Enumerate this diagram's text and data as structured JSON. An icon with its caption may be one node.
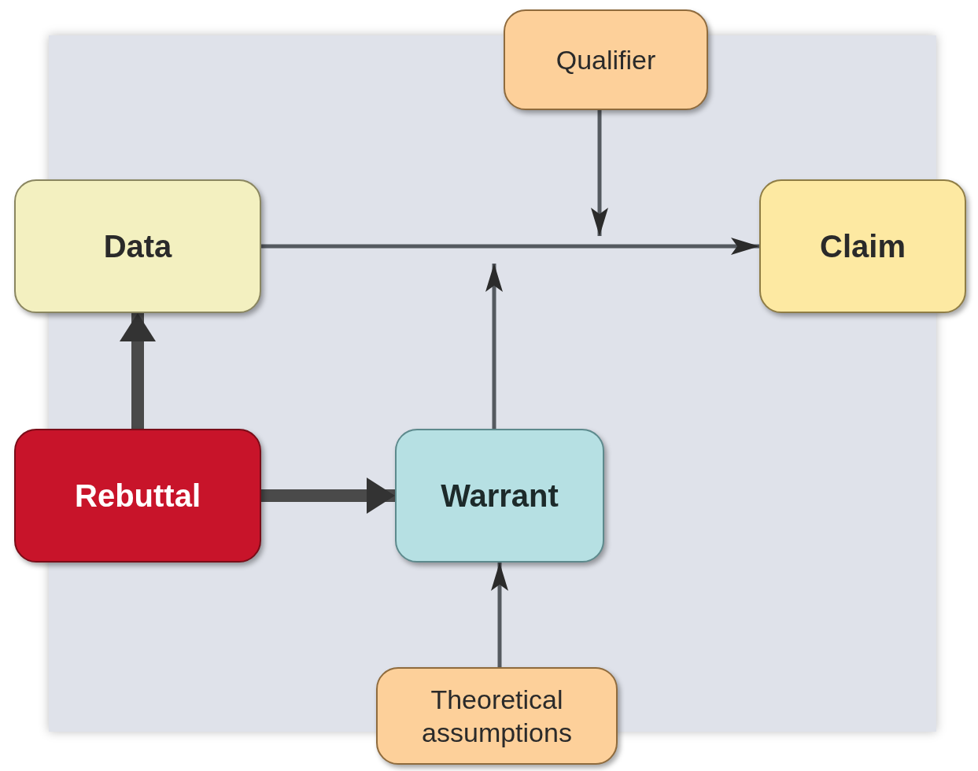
{
  "diagram": {
    "nodes": [
      {
        "text": [
          "Qualifier"
        ]
      },
      {
        "text": [
          "Data"
        ]
      },
      {
        "text": [
          "Claim"
        ]
      },
      {
        "text": [
          "Rebuttal"
        ]
      },
      {
        "text": [
          "Warrant"
        ]
      },
      {
        "text": [
          "Theoretical assumptions"
        ]
      }
    ],
    "edges": [
      {
        "from": 1,
        "to": 2,
        "arrow": "to"
      },
      {
        "from": 0,
        "to": null,
        "arrow": "to"
      },
      {
        "from": 4,
        "to": null,
        "arrow": "to"
      },
      {
        "from": 3,
        "to": 1,
        "arrow": "to",
        "style": "thick"
      },
      {
        "from": 3,
        "to": 4,
        "arrow": "to",
        "style": "thick"
      },
      {
        "from": 5,
        "to": 4,
        "arrow": "to"
      }
    ]
  }
}
